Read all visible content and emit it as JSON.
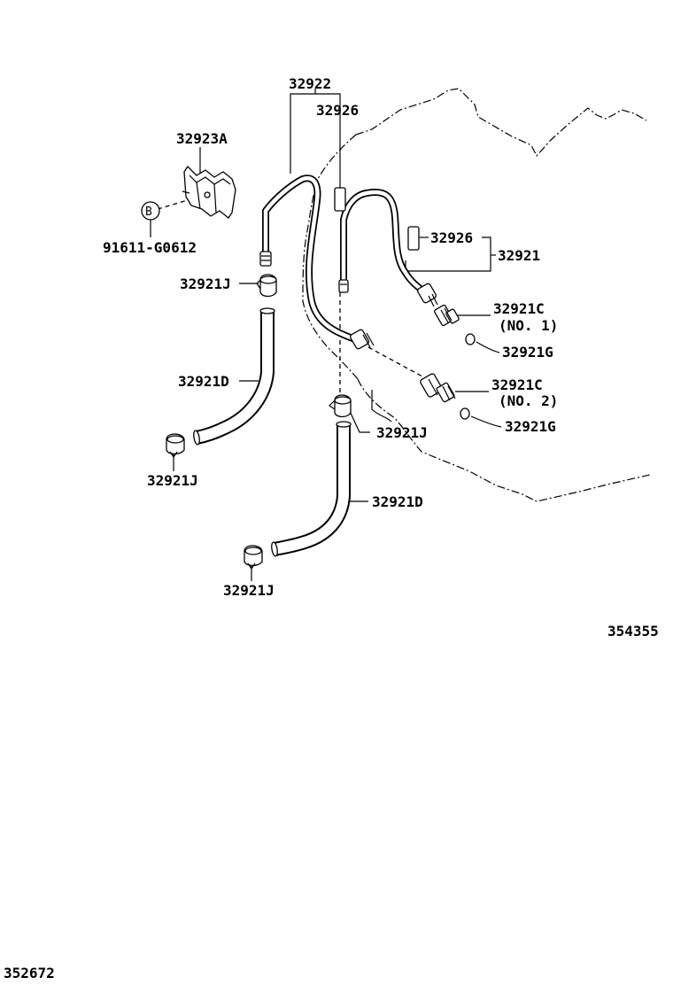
{
  "diagram": {
    "labels": {
      "p32922": "32922",
      "p32926_top": "32926",
      "p32923a": "32923A",
      "bolt_marker": "B",
      "p91611": "91611-G0612",
      "p32926_right": "32926",
      "p32921": "32921",
      "p32921j_upper": "32921J",
      "p32921c_no1": "32921C",
      "no1": "(NO. 1)",
      "p32921g_upper": "32921G",
      "p32921d_left": "32921D",
      "p32921c_no2": "32921C",
      "no2": "(NO. 2)",
      "p32921g_lower": "32921G",
      "p32921j_mid": "32921J",
      "p32921j_left": "32921J",
      "p32921d_lower": "32921D",
      "p32921j_bottom": "32921J",
      "ref_right": "354355",
      "ref_bottom": "352672"
    }
  }
}
